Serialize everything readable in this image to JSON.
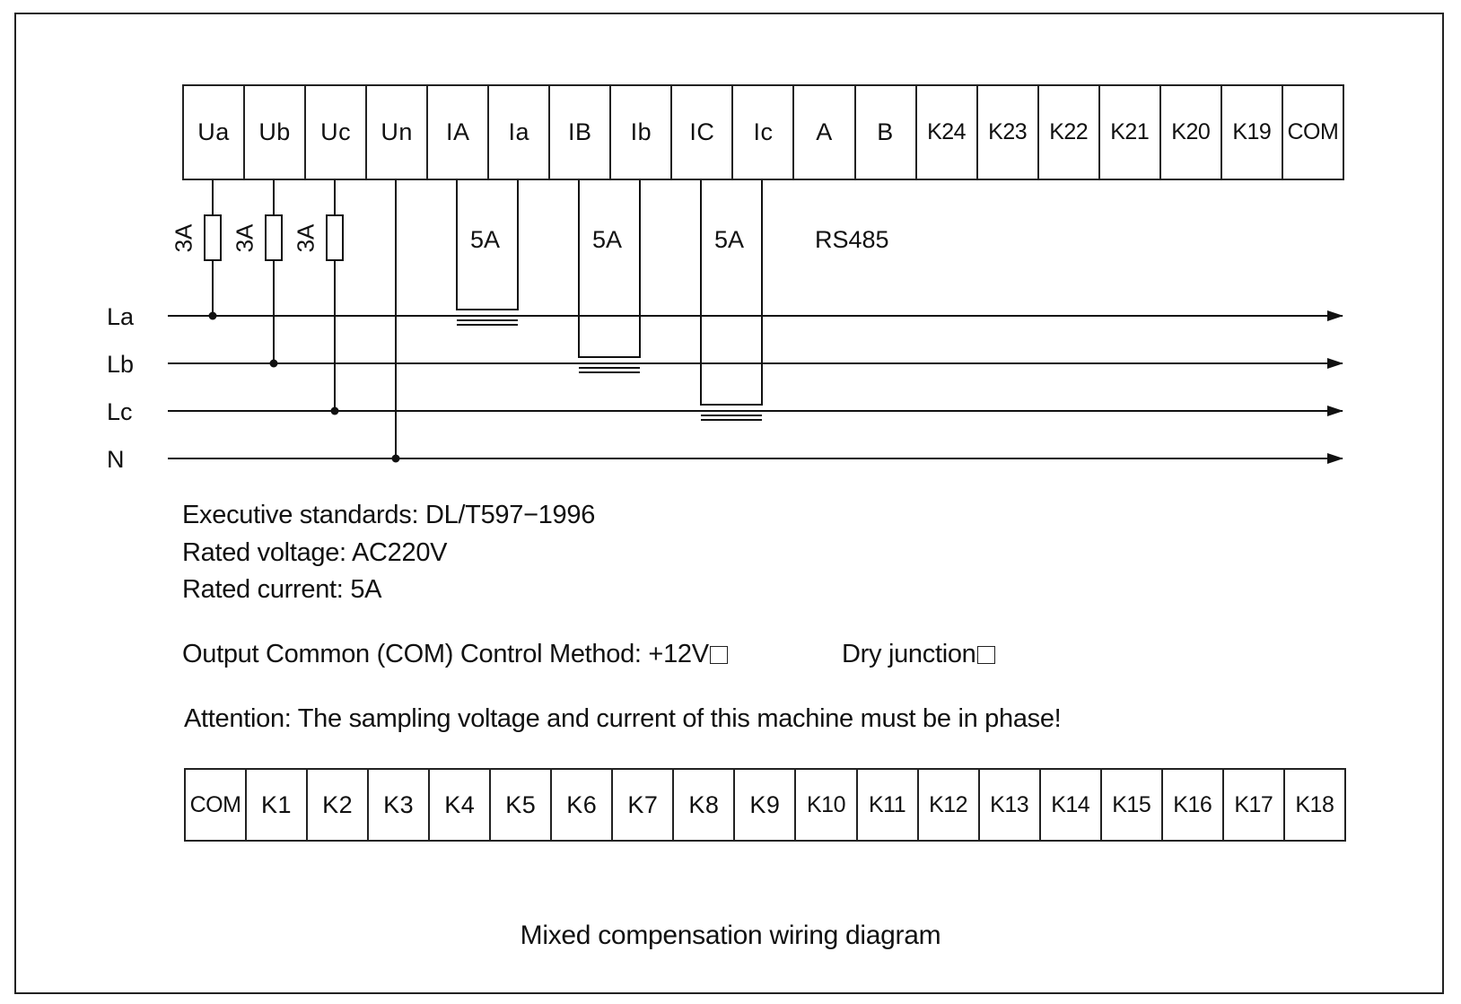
{
  "top_terminals": [
    "Ua",
    "Ub",
    "Uc",
    "Un",
    "IA",
    "Ia",
    "IB",
    "Ib",
    "IC",
    "Ic",
    "A",
    "B",
    "K24",
    "K23",
    "K22",
    "K21",
    "K20",
    "K19",
    "COM"
  ],
  "bottom_terminals": [
    "COM",
    "K1",
    "K2",
    "K3",
    "K4",
    "K5",
    "K6",
    "K7",
    "K8",
    "K9",
    "K10",
    "K11",
    "K12",
    "K13",
    "K14",
    "K15",
    "K16",
    "K17",
    "K18"
  ],
  "fuse_labels": [
    "3A",
    "3A",
    "3A"
  ],
  "ct_labels": [
    "5A",
    "5A",
    "5A"
  ],
  "rs485_label": "RS485",
  "lines": [
    "La",
    "Lb",
    "Lc",
    "N"
  ],
  "specs": {
    "standards": "Executive standards: DL/T597−1996",
    "voltage": "Rated voltage: AC220V",
    "current": "Rated current: 5A",
    "com_method": "Output Common (COM) Control Method: +12V",
    "dry_junction": "Dry junction",
    "attention": "Attention: The sampling voltage and current of this machine must be in phase!"
  },
  "title": "Mixed compensation wiring diagram"
}
